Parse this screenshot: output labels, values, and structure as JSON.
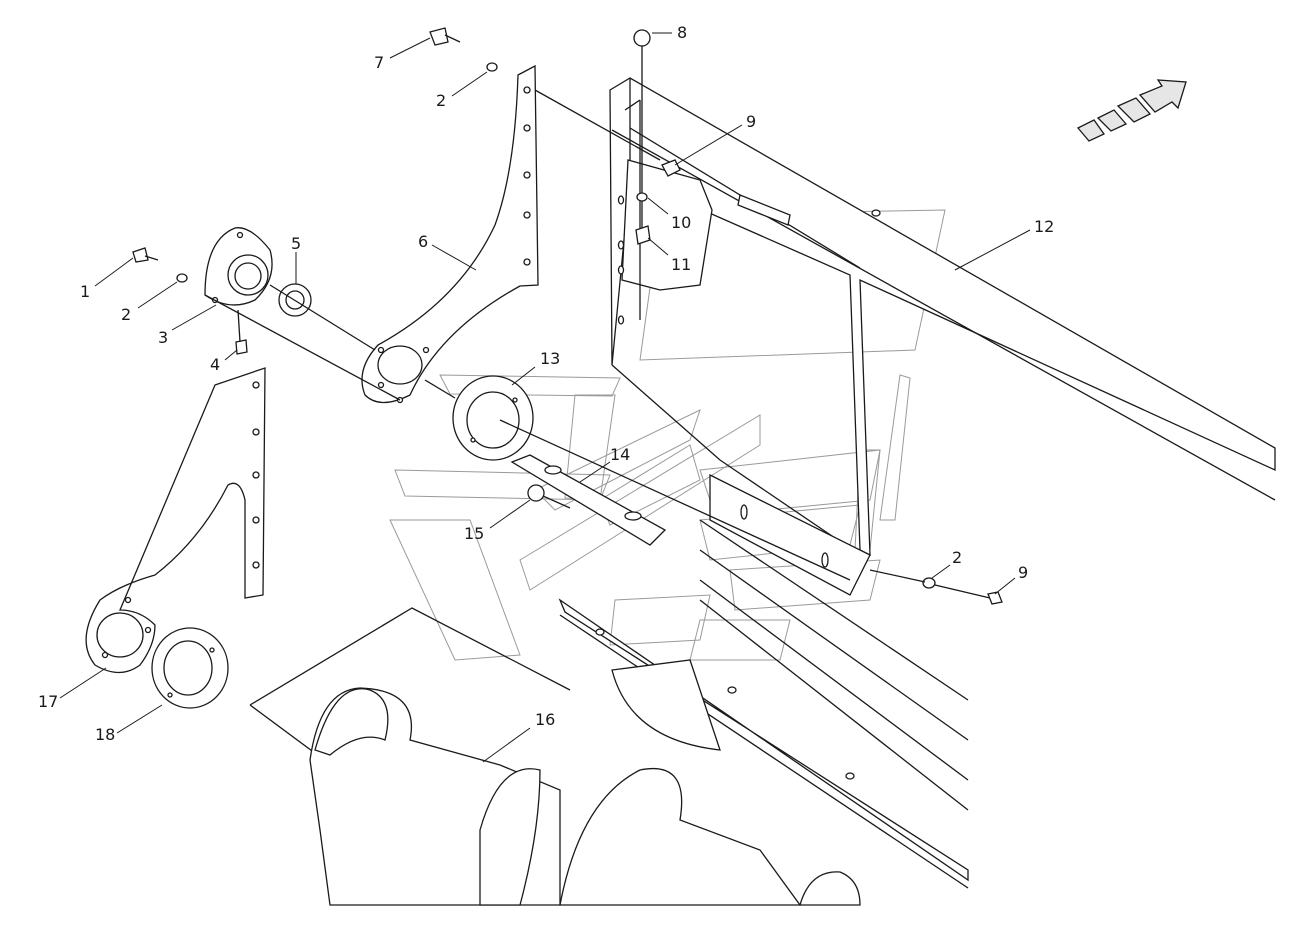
{
  "callouts": [
    {
      "id": "c7",
      "label": "7"
    },
    {
      "id": "c2a",
      "label": "2"
    },
    {
      "id": "c8",
      "label": "8"
    },
    {
      "id": "c9a",
      "label": "9"
    },
    {
      "id": "c6",
      "label": "6"
    },
    {
      "id": "c10",
      "label": "10"
    },
    {
      "id": "c11",
      "label": "11"
    },
    {
      "id": "c12",
      "label": "12"
    },
    {
      "id": "c5",
      "label": "5"
    },
    {
      "id": "c1",
      "label": "1"
    },
    {
      "id": "c2b",
      "label": "2"
    },
    {
      "id": "c3",
      "label": "3"
    },
    {
      "id": "c4",
      "label": "4"
    },
    {
      "id": "c13",
      "label": "13"
    },
    {
      "id": "c14",
      "label": "14"
    },
    {
      "id": "c15",
      "label": "15"
    },
    {
      "id": "c2c",
      "label": "2"
    },
    {
      "id": "c9b",
      "label": "9"
    },
    {
      "id": "c16",
      "label": "16"
    },
    {
      "id": "c17",
      "label": "17"
    },
    {
      "id": "c18",
      "label": "18"
    }
  ],
  "icons": {
    "direction": "travel-direction-arrow-icon"
  },
  "colors": {
    "line": "#1a1a1a",
    "watermark": "#9a9a9a",
    "shade": "#e6e6e6"
  }
}
